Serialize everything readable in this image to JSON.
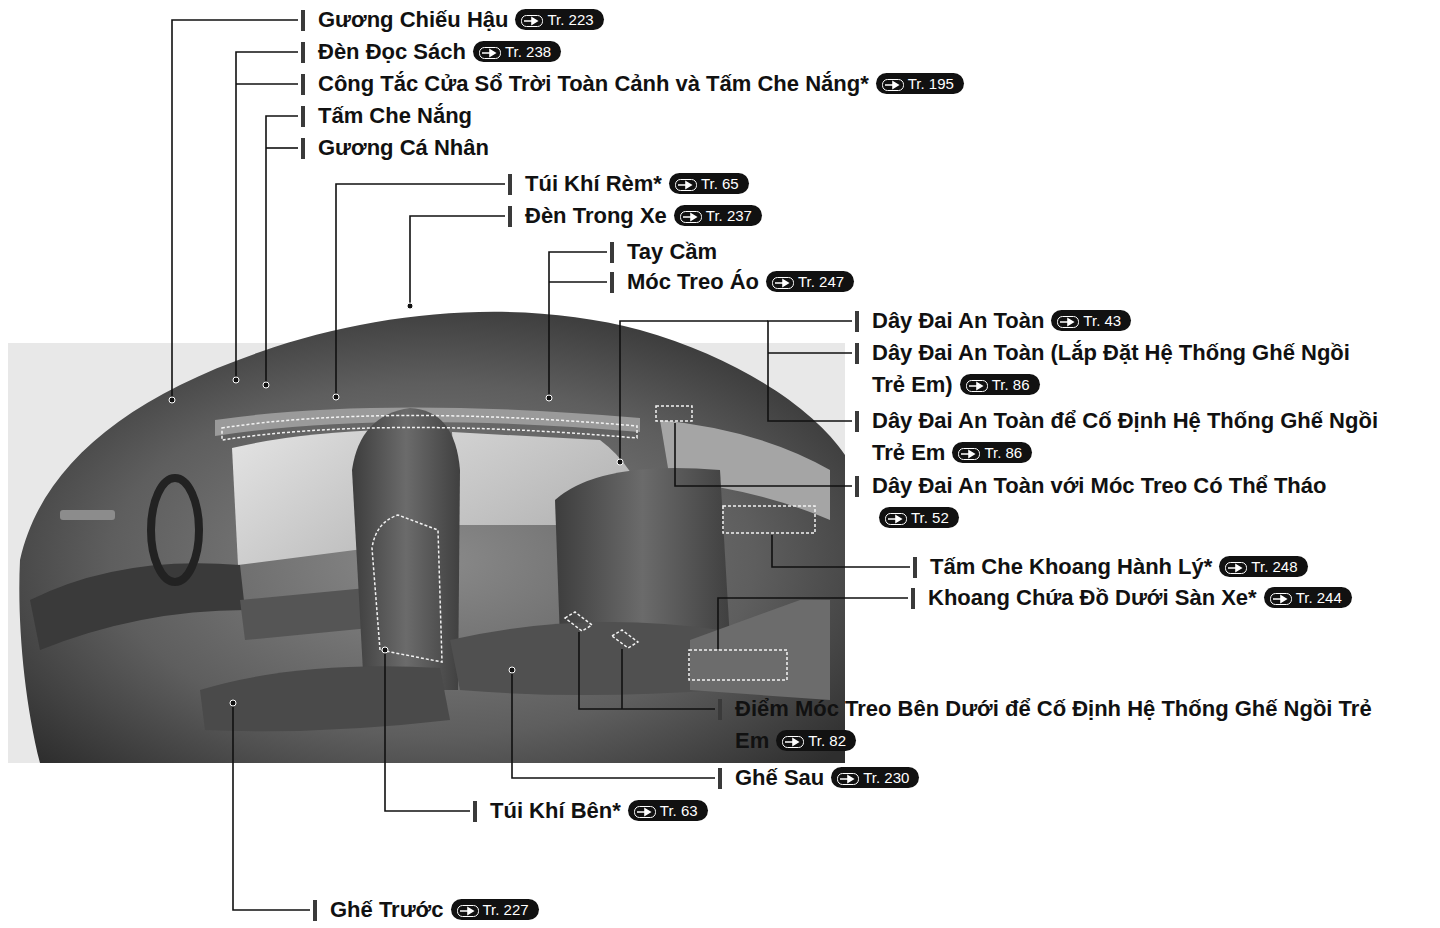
{
  "diagram": {
    "labels": [
      "Gương Chiếu Hậu",
      "Tr. 223",
      "Đèn Đọc Sách",
      "Tr. 238",
      "Công Tắc Cửa Sổ Trời Toàn Cảnh và Tấm Che Nắng*",
      "Tr. 195",
      "Tấm Che Nắng",
      "Gương Cá Nhân",
      "Túi Khí Rèm*",
      "Tr. 65",
      "Đèn Trong Xe",
      "Tr. 237",
      "Tay Cầm",
      "Móc Treo Áo",
      "Tr. 247",
      "Dây Đai An Toàn",
      "Tr. 43",
      "Dây Đai An Toàn (Lắp Đặt Hệ Thống Ghế Ngồi Trẻ Em)",
      "Tr. 86",
      "Dây Đai An Toàn để Cố Định Hệ Thống Ghế Ngồi Trẻ Em",
      "Tr. 86",
      "Dây Đai An Toàn với Móc Treo Có Thể Tháo",
      "Tr. 52",
      "Tấm Che Khoang Hành Lý*",
      "Tr. 248",
      "Khoang Chứa Đồ Dưới Sàn Xe*",
      "Tr. 244",
      "Điểm Móc Treo Bên Dưới để Cố Định Hệ Thống Ghế Ngồi Trẻ Em",
      "Tr. 82",
      "Ghế Sau",
      "Tr. 230",
      "Túi Khí Bên*",
      "Tr. 63",
      "Ghế Trước",
      "Tr. 227"
    ]
  }
}
